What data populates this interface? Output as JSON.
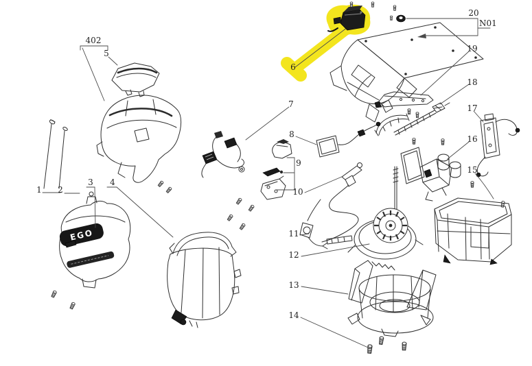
{
  "diagram": {
    "type": "exploded-parts-diagram",
    "logo_text": "EGO",
    "highlight": {
      "part": "6",
      "color": "#f3e51e"
    },
    "colors": {
      "background": "#ffffff",
      "line": "#2e2e2e",
      "label": "#1f1f1f",
      "highlight": "#f3e51e"
    },
    "callouts": [
      {
        "id": "1",
        "label": "1"
      },
      {
        "id": "2",
        "label": "2"
      },
      {
        "id": "3",
        "label": "3"
      },
      {
        "id": "4",
        "label": "4"
      },
      {
        "id": "402",
        "label": "402"
      },
      {
        "id": "5",
        "label": "5"
      },
      {
        "id": "6",
        "label": "6"
      },
      {
        "id": "7",
        "label": "7"
      },
      {
        "id": "8",
        "label": "8"
      },
      {
        "id": "9",
        "label": "9"
      },
      {
        "id": "10",
        "label": "10"
      },
      {
        "id": "11",
        "label": "11"
      },
      {
        "id": "12",
        "label": "12"
      },
      {
        "id": "13",
        "label": "13"
      },
      {
        "id": "14",
        "label": "14"
      },
      {
        "id": "15",
        "label": "15"
      },
      {
        "id": "16",
        "label": "16"
      },
      {
        "id": "17",
        "label": "17"
      },
      {
        "id": "18",
        "label": "18"
      },
      {
        "id": "19",
        "label": "19"
      },
      {
        "id": "20",
        "label": "20"
      },
      {
        "id": "N01",
        "label": "N01"
      }
    ]
  }
}
